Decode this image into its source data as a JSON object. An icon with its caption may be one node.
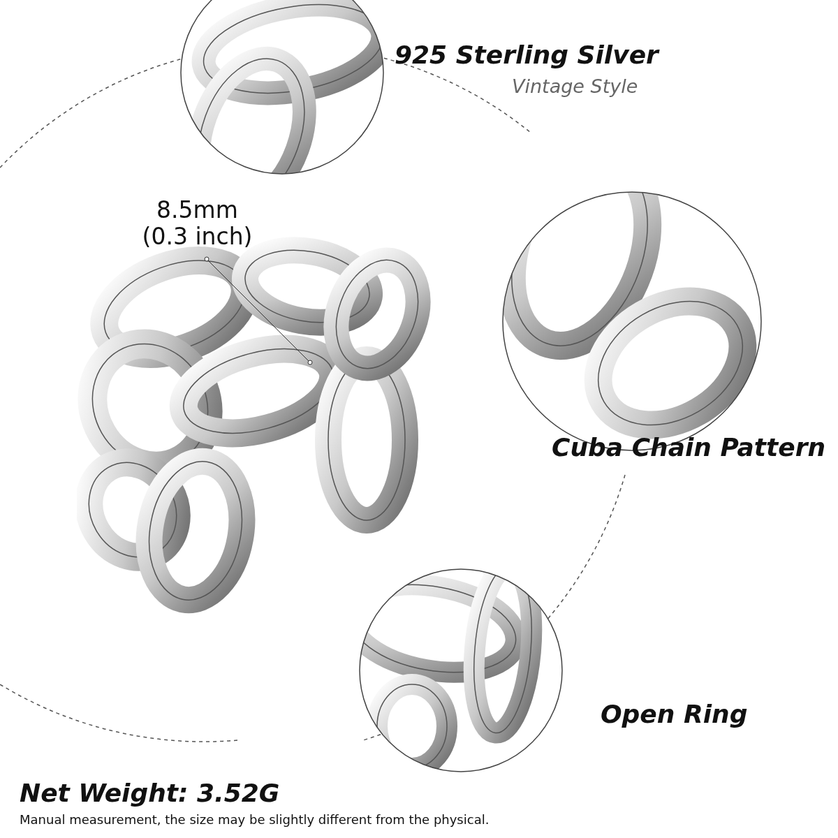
{
  "diagram": {
    "nodes": [
      {
        "text": [],
        "shape": "picture"
      },
      {
        "text": [],
        "shape": "picture",
        "beside": [
          "925 Sterling Silver",
          "Vintage Style"
        ]
      },
      {
        "text": [],
        "shape": "picture",
        "beside": [
          "Cuba Chain Pattern"
        ]
      },
      {
        "text": [],
        "shape": "picture",
        "beside": [
          "Open Ring"
        ]
      }
    ],
    "labels": [
      "8.5mm (0.3 inch)",
      "Net Weight: 3.52G",
      "Manual measurement, the size may be slightly different from the physical."
    ]
  }
}
